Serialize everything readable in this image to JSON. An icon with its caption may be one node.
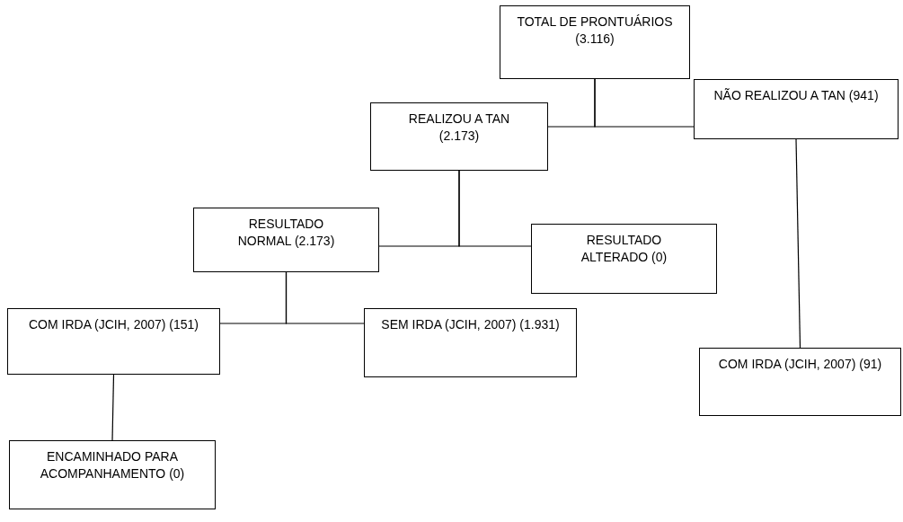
{
  "diagram": {
    "nodes": [
      {
        "text": [
          "TOTAL DE PRONTUÁRIOS (3.116)"
        ]
      },
      {
        "text": [
          "REALIZOU A TAN (2.173)"
        ]
      },
      {
        "text": [
          "NÃO REALIZOU A TAN (941)"
        ]
      },
      {
        "text": [
          "RESULTADO NORMAL (2.173)"
        ]
      },
      {
        "text": [
          "RESULTADO ALTERADO (0)"
        ]
      },
      {
        "text": [
          "COM IRDA (JCIH, 2007) (151)"
        ]
      },
      {
        "text": [
          "SEM IRDA (JCIH, 2007) (1.931)"
        ]
      },
      {
        "text": [
          "COM IRDA (JCIH, 2007) (91)"
        ]
      },
      {
        "text": [
          "ENCAMINHADO PARA ACOMPANHAMENTO (0)"
        ]
      }
    ],
    "edges": [
      {
        "from": 0,
        "to": 1,
        "arrow": "none"
      },
      {
        "from": 0,
        "to": 2,
        "arrow": "none"
      },
      {
        "from": 1,
        "to": 3,
        "arrow": "none"
      },
      {
        "from": 1,
        "to": 4,
        "arrow": "none"
      },
      {
        "from": 3,
        "to": 5,
        "arrow": "none"
      },
      {
        "from": 3,
        "to": 6,
        "arrow": "none"
      },
      {
        "from": 2,
        "to": 7,
        "arrow": "none"
      },
      {
        "from": 5,
        "to": 8,
        "arrow": "none"
      }
    ]
  }
}
